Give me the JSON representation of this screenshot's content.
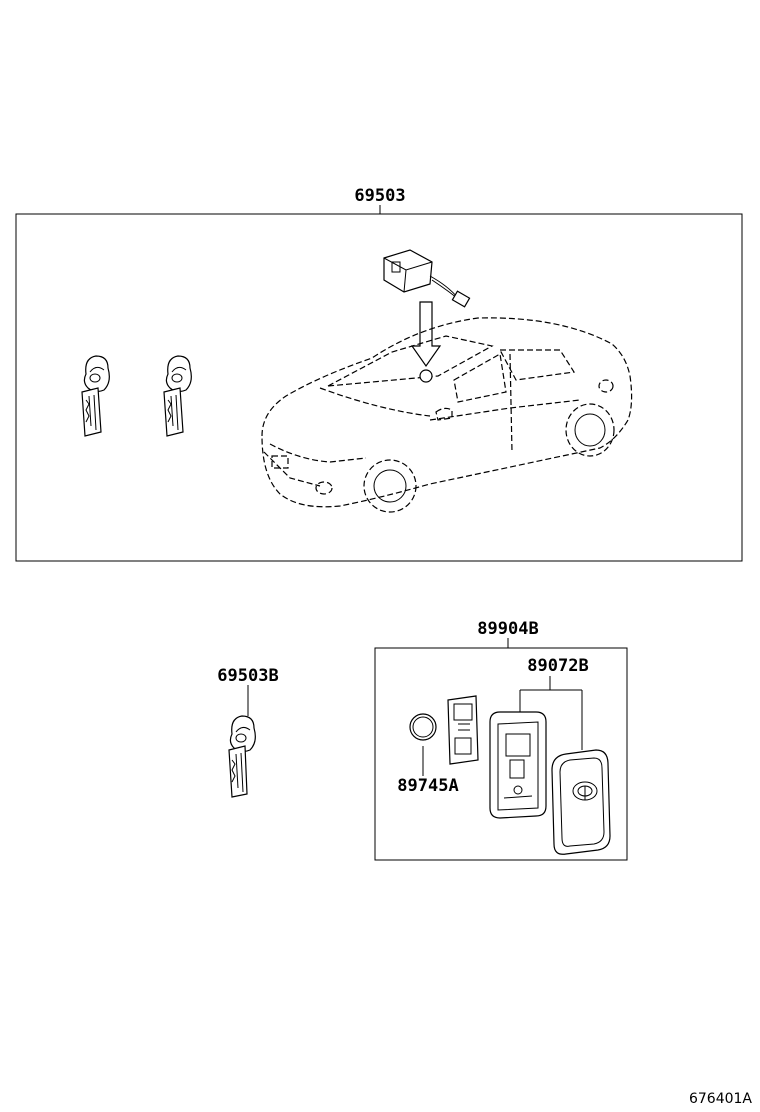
{
  "labels": {
    "key_set": "69503",
    "key_blank": "69503B",
    "transmitter_assy": "89904B",
    "transmitter_case": "89072B",
    "battery": "89745A"
  },
  "catalog_ref": "676401A"
}
